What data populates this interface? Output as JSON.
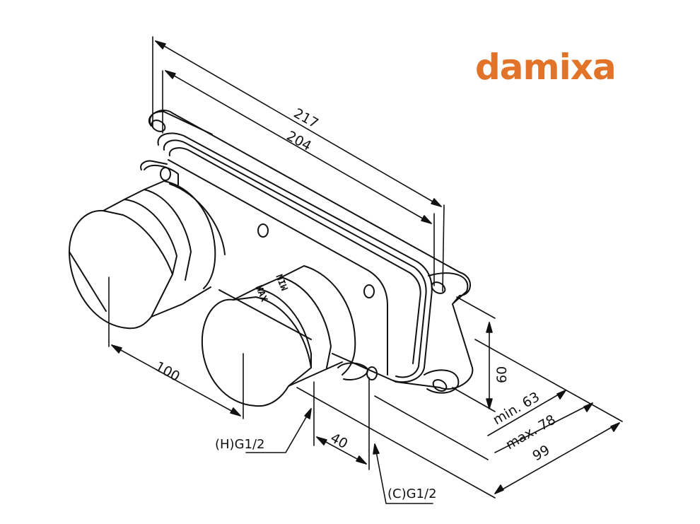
{
  "brand": {
    "logo_text": "damixa",
    "color": "#e2742a"
  },
  "dimensions": {
    "overall_length": "217",
    "hole_spacing": "204",
    "outlet_spacing": "100",
    "inlet_spacing": "40",
    "height": "60",
    "depth_min": "min. 63",
    "depth_max": "max. 78",
    "depth_total": "99"
  },
  "connections": {
    "hot": "(H)G1/2",
    "cold": "(C)G1/2"
  },
  "knob_markings": {
    "max": "MAX",
    "min": "MIN"
  },
  "stroke_color": "#111111"
}
